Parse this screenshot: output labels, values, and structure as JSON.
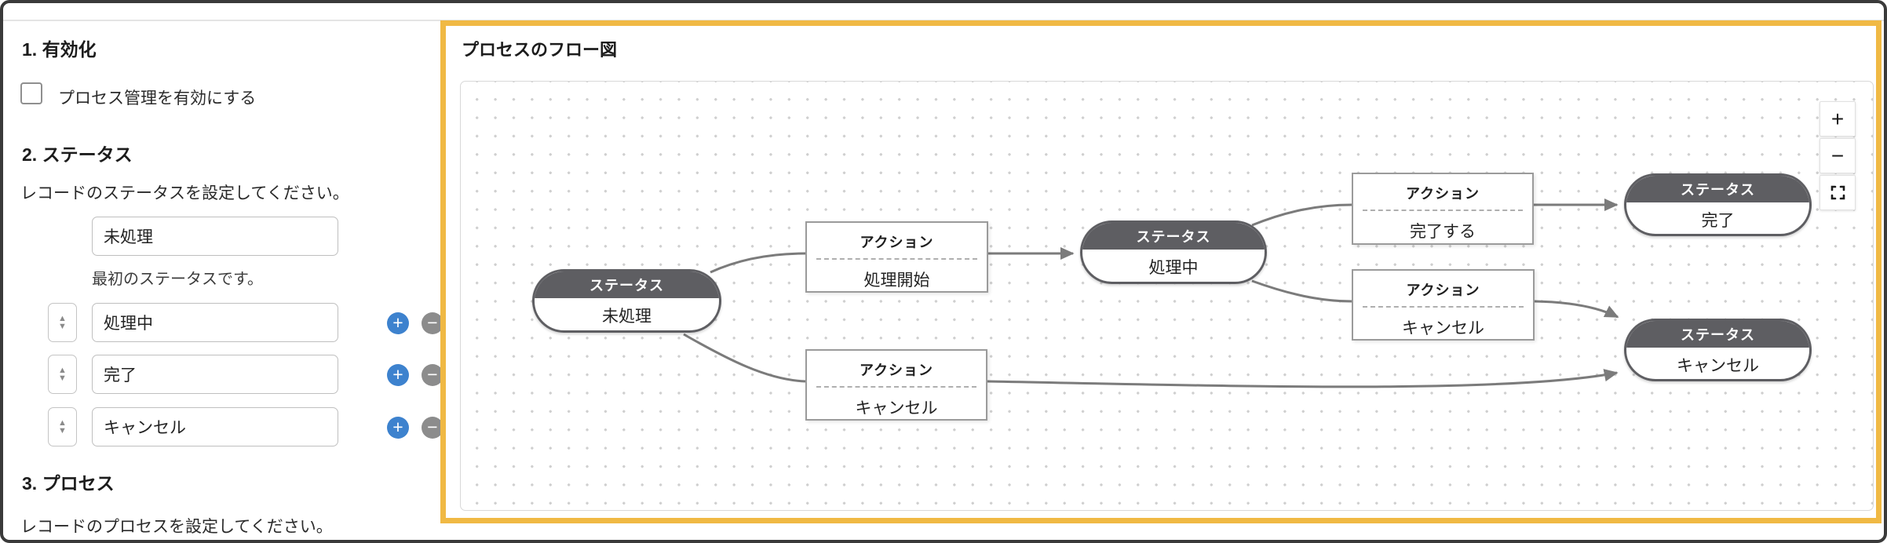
{
  "settings": {
    "activation": {
      "heading": "1. 有効化",
      "checkbox_label": "プロセス管理を有効にする",
      "checked": false
    },
    "status": {
      "heading": "2. ステータス",
      "description": "レコードのステータスを設定してください。",
      "first_status": {
        "value": "未処理",
        "note": "最初のステータスです。"
      },
      "rows": [
        {
          "value": "処理中"
        },
        {
          "value": "完了"
        },
        {
          "value": "キャンセル"
        }
      ]
    },
    "process": {
      "heading": "3. プロセス",
      "description": "レコードのプロセスを設定してください。"
    }
  },
  "flow": {
    "title": "プロセスのフロー図",
    "status_label": "ステータス",
    "action_label": "アクション",
    "statuses": [
      "未処理",
      "処理中",
      "完了",
      "キャンセル"
    ],
    "actions": [
      "処理開始",
      "完了する",
      "キャンセル",
      "キャンセル"
    ],
    "transitions": [
      {
        "from": "未処理",
        "action": "処理開始",
        "to": "処理中"
      },
      {
        "from": "処理中",
        "action": "完了する",
        "to": "完了"
      },
      {
        "from": "処理中",
        "action": "キャンセル",
        "to": "キャンセル"
      },
      {
        "from": "未処理",
        "action": "キャンセル",
        "to": "キャンセル"
      }
    ],
    "zoom_controls": {
      "zoom_in": "+",
      "zoom_out": "−"
    }
  },
  "icons": {
    "spinner_up": "▲",
    "spinner_down": "▼",
    "plus": "+",
    "minus": "−"
  },
  "colors": {
    "panel_border": "#F0B944",
    "status_header": "#5E5E62",
    "edge": "#7B7B7B",
    "add_button": "#3D82CE",
    "remove_button": "#8C8C8C",
    "frame_border": "#3A3A3A"
  }
}
